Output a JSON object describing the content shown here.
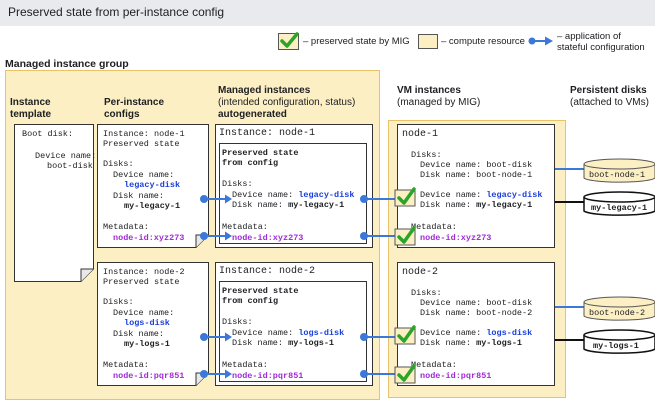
{
  "title": "Preserved state from per-instance config",
  "legend": {
    "preserved": "– preserved state by MIG",
    "compute": "– compute resource",
    "application": "– application of",
    "application2": "stateful configuration"
  },
  "mig_label": "Managed instance group",
  "headers": {
    "template": [
      "Instance",
      "template"
    ],
    "per_instance": [
      "Per-instance",
      "configs"
    ],
    "managed": [
      "Managed instances",
      "(intended configuration, status)",
      "autogenerated"
    ],
    "vm": [
      "VM instances",
      "(managed by MIG)"
    ],
    "disks": [
      "Persistent disks",
      "(attached to VMs)"
    ]
  },
  "template_box": {
    "boot": "Boot disk:",
    "device": "Device name:",
    "device_val": "boot-disk"
  },
  "labels": {
    "instance": "Instance: ",
    "preserved_state": "Preserved state",
    "disks": "Disks:",
    "device_name": "Device name:",
    "disk_name": "Disk name:",
    "metadata": "Metadata:",
    "ps_bold1": "Preserved state",
    "ps_bold2": "from config",
    "device_name_inline": "Device name: ",
    "disk_name_inline": "Disk name: ",
    "instance_hdr": "Instance: "
  },
  "nodes": [
    {
      "name": "node-1",
      "device": "legacy-disk",
      "disk": "my-legacy-1",
      "metadata": "node-id:xyz273",
      "boot_device": "boot-disk",
      "boot_disk": "boot-node-1"
    },
    {
      "name": "node-2",
      "device": "logs-disk",
      "disk": "my-logs-1",
      "metadata": "node-id:pqr851",
      "boot_device": "boot-disk",
      "boot_disk": "boot-node-2"
    }
  ],
  "colors": {
    "mig_bg": "#fdefc4",
    "mig_border": "#e8c36a",
    "arrow": "#3c78d8",
    "check": "#2aa52a",
    "title_bg": "#e8eaed"
  },
  "icons": [
    "check-icon",
    "arrow-icon",
    "disk-icon"
  ]
}
